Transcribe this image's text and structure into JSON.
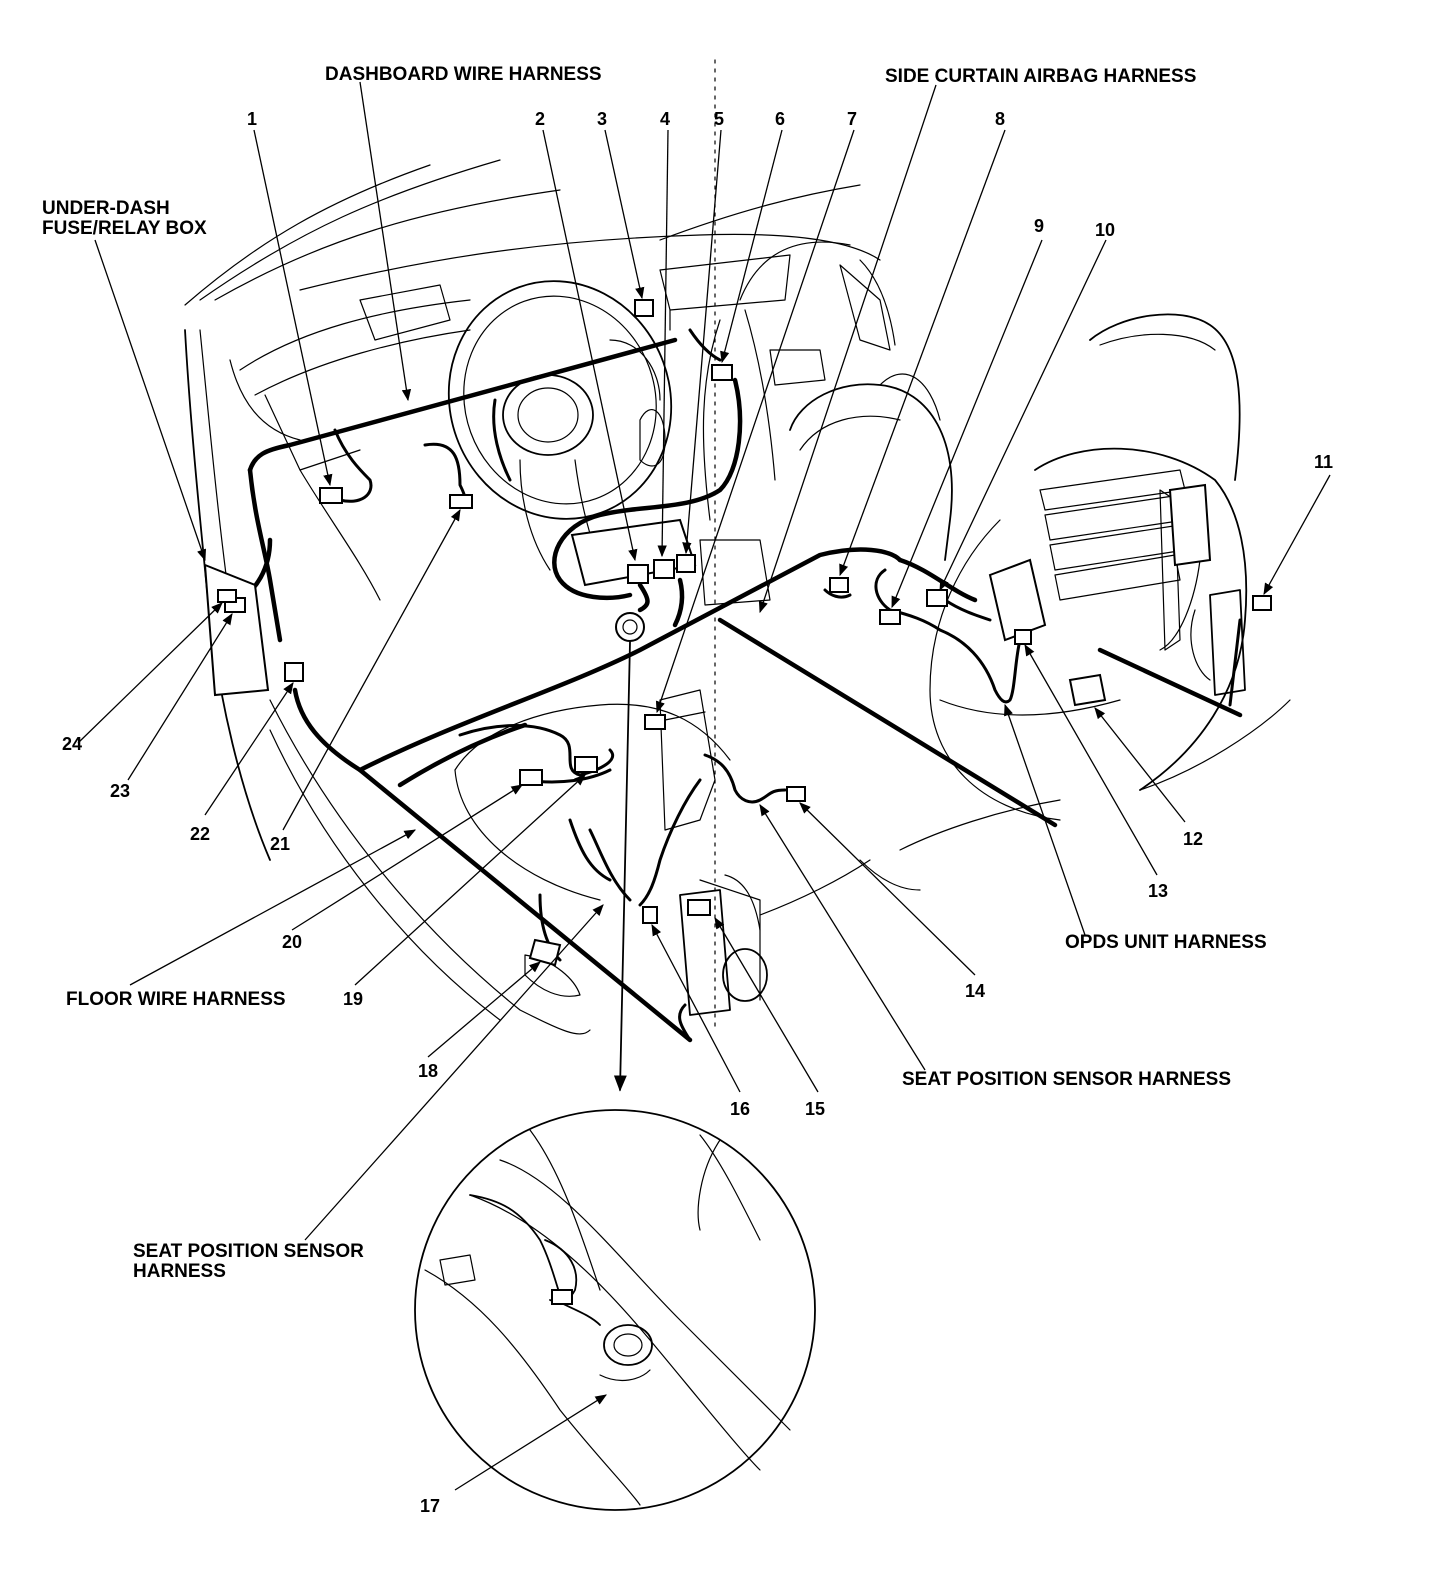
{
  "harness_labels": {
    "dashboard": "DASHBOARD WIRE HARNESS",
    "side_curtain": "SIDE CURTAIN AIRBAG HARNESS",
    "under_dash_line1": "UNDER-DASH",
    "under_dash_line2": "FUSE/RELAY BOX",
    "opds": "OPDS UNIT HARNESS",
    "floor": "FLOOR WIRE HARNESS",
    "seat_position": "SEAT POSITION SENSOR HARNESS",
    "seat_position_inset_line1": "SEAT POSITION SENSOR",
    "seat_position_inset_line2": "HARNESS"
  },
  "callouts": [
    "1",
    "2",
    "3",
    "4",
    "5",
    "6",
    "7",
    "8",
    "9",
    "10",
    "11",
    "12",
    "13",
    "14",
    "15",
    "16",
    "17",
    "18",
    "19",
    "20",
    "21",
    "22",
    "23",
    "24"
  ],
  "colors": {
    "ink": "#000000",
    "paper": "#ffffff"
  }
}
